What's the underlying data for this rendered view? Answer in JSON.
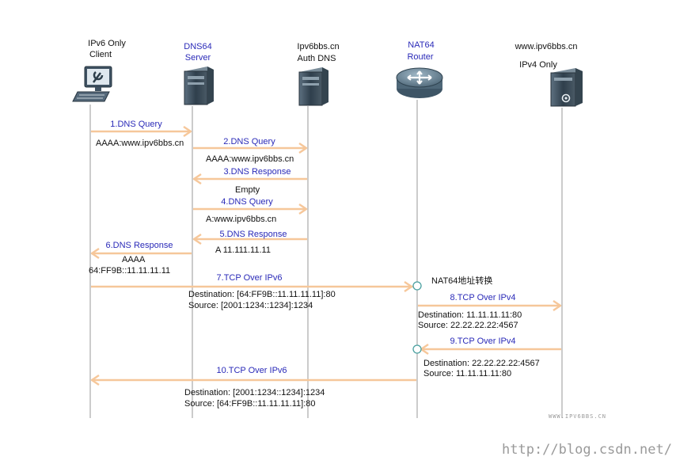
{
  "colors": {
    "arrow": "#f6c79a",
    "lifeline": "#a9a9a9",
    "message_text": "#2a2ab8",
    "body_text": "#111111",
    "watermark": "#9a9a9a"
  },
  "participants": [
    {
      "id": "client",
      "line1": "IPv6 Only",
      "line2": "Client",
      "color": "#111111",
      "icon": "computer-icon"
    },
    {
      "id": "dns64",
      "line1": "DNS64",
      "line2": "Server",
      "color": "#2a2ab8",
      "icon": "server-icon"
    },
    {
      "id": "authdns",
      "line1": "Ipv6bbs.cn",
      "line2": "Auth DNS",
      "color": "#111111",
      "icon": "server-icon"
    },
    {
      "id": "nat64",
      "line1": "NAT64",
      "line2": "Router",
      "color": "#2a2ab8",
      "icon": "router-icon"
    },
    {
      "id": "web",
      "line1": "www.ipv6bbs.cn",
      "line2": "IPv4 Only",
      "color": "#111111",
      "icon": "server-icon"
    }
  ],
  "messages": [
    {
      "label": "1.DNS Query",
      "from": "client",
      "to": "dns64"
    },
    {
      "label": "2.DNS Query",
      "from": "dns64",
      "to": "authdns"
    },
    {
      "label": "3.DNS Response",
      "from": "authdns",
      "to": "dns64"
    },
    {
      "label": "4.DNS Query",
      "from": "dns64",
      "to": "authdns"
    },
    {
      "label": "5.DNS Response",
      "from": "authdns",
      "to": "dns64"
    },
    {
      "label": "6.DNS Response",
      "from": "dns64",
      "to": "client"
    },
    {
      "label": "7.TCP Over IPv6",
      "from": "client",
      "to": "nat64"
    },
    {
      "label": "8.TCP Over IPv4",
      "from": "nat64",
      "to": "web"
    },
    {
      "label": "9.TCP Over IPv4",
      "from": "web",
      "to": "nat64"
    },
    {
      "label": "10.TCP Over IPv6",
      "from": "nat64",
      "to": "client"
    }
  ],
  "notes": {
    "n1": "AAAA:www.ipv6bbs.cn",
    "n2": "AAAA:www.ipv6bbs.cn",
    "n3": "Empty",
    "n4": "A:www.ipv6bbs.cn",
    "n5": "A  11.111.11.11",
    "n6a": "AAAA",
    "n6b": "64:FF9B::11.11.11.11",
    "n7a": "Destination:  [64:FF9B::11.11.11.11]:80",
    "n7b": "Source:        [2001:1234::1234]:1234",
    "nat_note": "NAT64地址转换",
    "n8a": "Destination:   11.11.11.11:80",
    "n8b": "Source:        22.22.22.22:4567",
    "n9a": "Destination:   22.22.22.22:4567",
    "n9b": "Source:          11.11.11.11:80",
    "n10a": "Destination: [2001:1234::1234]:1234",
    "n10b": "Source:        [64:FF9B::11.11.11.11]:80"
  },
  "watermark": {
    "small": "WWW.IPV6BBS.CN",
    "url": "http://blog.csdn.net/"
  }
}
